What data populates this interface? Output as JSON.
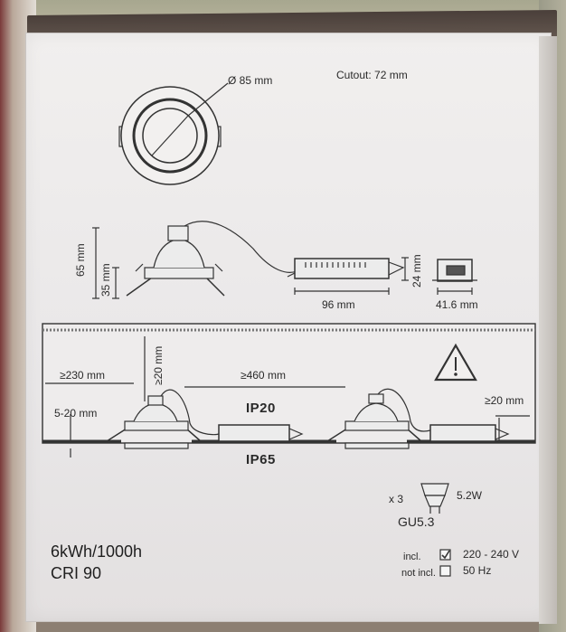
{
  "dimensions": {
    "diameter": "Ø 85 mm",
    "cutout": "Cutout: 72 mm",
    "height_total": "65 mm",
    "height_inset": "35 mm",
    "driver_length": "96 mm",
    "driver_height": "24 mm",
    "driver_end": "41.6 mm"
  },
  "installation": {
    "side_clearance": "≥230 mm",
    "top_clearance": "≥20 mm",
    "spacing": "≥460 mm",
    "ceiling_thickness": "5-20 mm",
    "edge_clearance": "≥20 mm",
    "upper_rating": "IP20",
    "lower_rating": "IP65"
  },
  "bulb": {
    "quantity": "x 3",
    "power": "5.2W",
    "socket": "GU5.3"
  },
  "specs": {
    "energy": "6kWh/1000h",
    "cri": "CRI 90"
  },
  "inclusion": {
    "included_label": "incl.",
    "not_included_label": "not incl.",
    "voltage": "220 - 240 V",
    "frequency": "50 Hz"
  }
}
